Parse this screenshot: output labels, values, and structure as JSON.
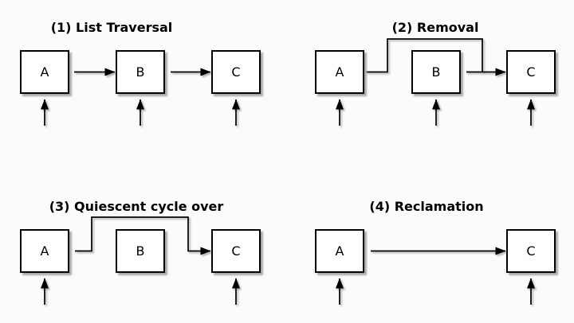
{
  "diagram": {
    "subject": "RCU linked-list update sequence",
    "colors": {
      "background": "#fbfbfb",
      "ink": "#000000",
      "box_fill": "#ffffff",
      "box_shadow": "#a9a9a9"
    },
    "panels": [
      {
        "title": "(1) List Traversal",
        "nodes": [
          {
            "label": "A"
          },
          {
            "label": "B"
          },
          {
            "label": "C"
          }
        ]
      },
      {
        "title": "(2) Removal",
        "nodes": [
          {
            "label": "A"
          },
          {
            "label": "B"
          },
          {
            "label": "C"
          }
        ]
      },
      {
        "title": "(3) Quiescent cycle over",
        "nodes": [
          {
            "label": "A"
          },
          {
            "label": "B"
          },
          {
            "label": "C"
          }
        ]
      },
      {
        "title": "(4) Reclamation",
        "nodes": [
          {
            "label": "A"
          },
          {
            "label": "C"
          }
        ]
      }
    ]
  }
}
